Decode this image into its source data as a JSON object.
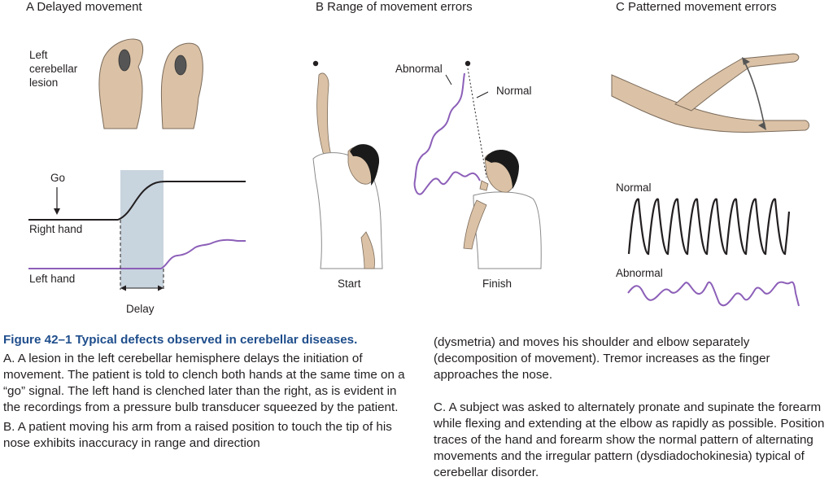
{
  "panels": {
    "a": {
      "title": "A  Delayed movement",
      "lesion_label": [
        "Left",
        "cerebellar",
        "lesion"
      ],
      "go_label": "Go",
      "right_hand_label": "Right hand",
      "left_hand_label": "Left hand",
      "delay_label": "Delay"
    },
    "b": {
      "title": "B  Range of movement errors",
      "abnormal_label": "Abnormal",
      "normal_label": "Normal",
      "start_label": "Start",
      "finish_label": "Finish"
    },
    "c": {
      "title": "C  Patterned movement errors",
      "normal_label": "Normal",
      "abnormal_label": "Abnormal"
    }
  },
  "caption": {
    "figure_number": "Figure 42–1",
    "figure_title": "Typical defects observed in cerebellar diseases.",
    "para_a": "A. A lesion in the left cerebellar hemisphere delays the initiation of movement. The patient is told to clench both hands at the same time on a “go” signal. The left hand is clenched later than the right, as is evident in the recordings from a pressure bulb transducer squeezed by the patient.",
    "para_b": "B. A patient moving his arm from a raised position to touch the tip of his nose exhibits inaccuracy in range and direction",
    "para_b_cont": "(dysmetria) and moves his shoulder and elbow separately (decomposition of movement). Tremor increases as the finger approaches the nose.",
    "para_c": "C. A subject was asked to alternately pronate and supinate the forearm while flexing and extending at the elbow as rapidly as possible. Position traces of the hand and forearm show the normal pattern of alternating movements and the irregular pattern (dysdiadochokinesia) typical of cerebellar disorder."
  },
  "colors": {
    "purple_trace": "#8c5fb8",
    "black_trace": "#231f20",
    "delay_band": "#c8d4de",
    "skin": "#dbc2a6",
    "hair": "#1a1a1a",
    "caption_title": "#1f4e8c"
  }
}
